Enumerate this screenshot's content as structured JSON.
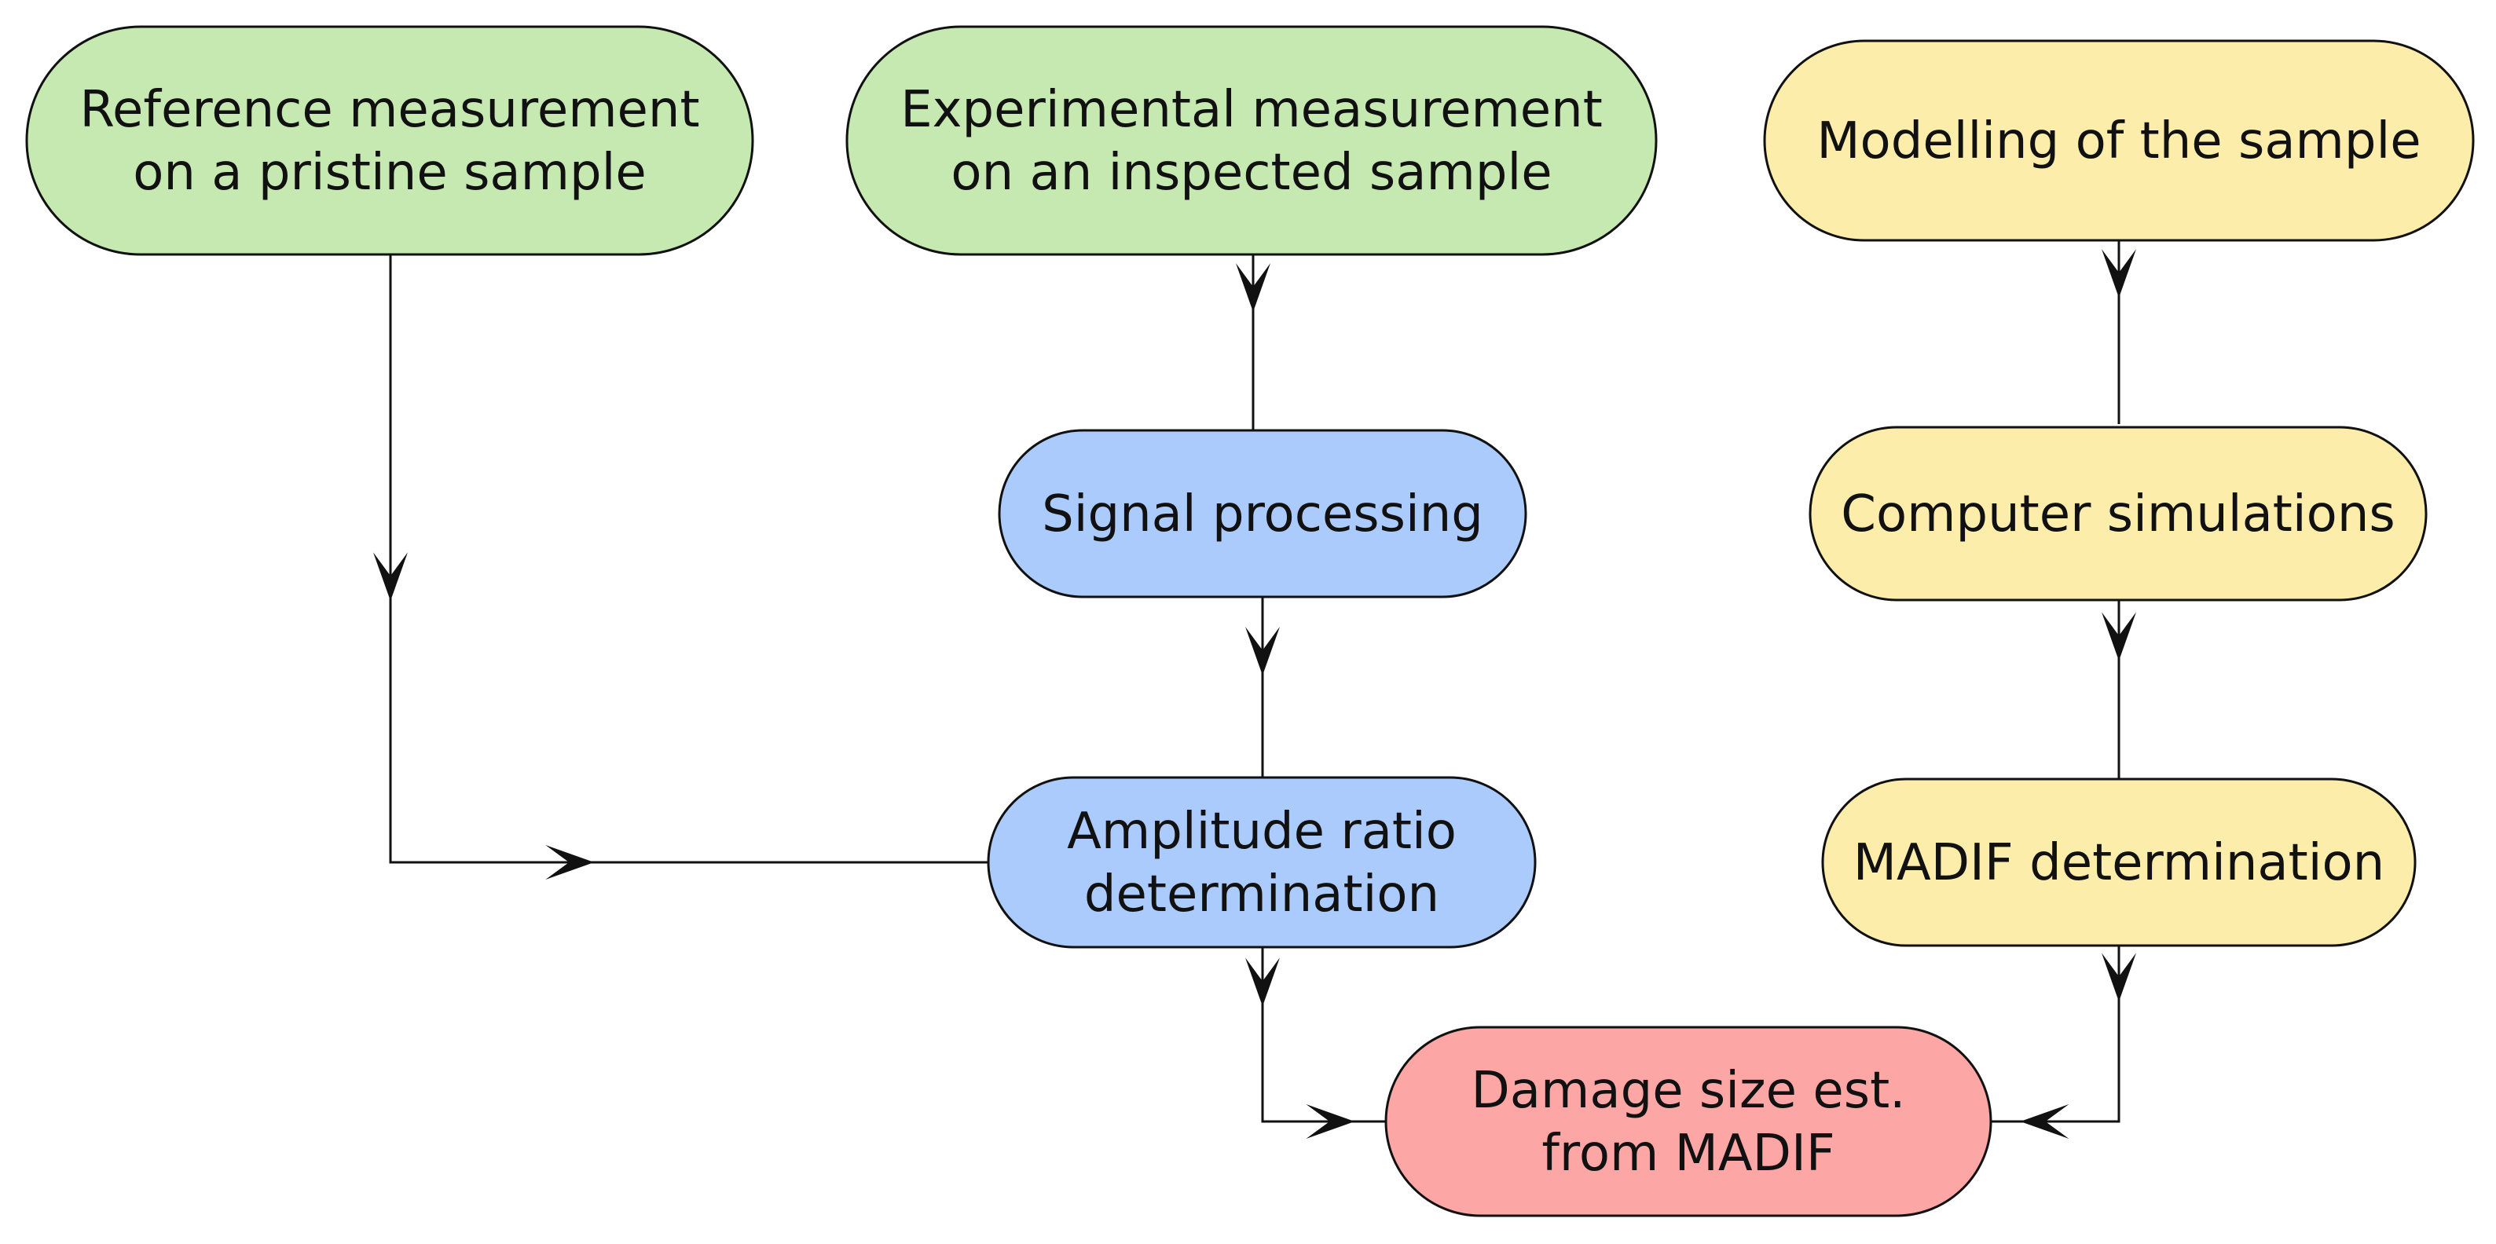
{
  "nodes": [
    {
      "id": "reference",
      "name": "node-reference-measurement",
      "lines": [
        "Reference measurement",
        "on a pristine sample"
      ],
      "color": "#c6e9b2"
    },
    {
      "id": "experimental",
      "name": "node-experimental-measurement",
      "lines": [
        "Experimental measurement",
        "on an inspected sample"
      ],
      "color": "#c6e9b2"
    },
    {
      "id": "modelling",
      "name": "node-modelling-of-sample",
      "lines": [
        "Modelling of the sample"
      ],
      "color": "#fcedaa"
    },
    {
      "id": "signal",
      "name": "node-signal-processing",
      "lines": [
        "Signal processing"
      ],
      "color": "#aacbfc"
    },
    {
      "id": "computer",
      "name": "node-computer-simulations",
      "lines": [
        "Computer simulations"
      ],
      "color": "#fcedaa"
    },
    {
      "id": "amplitude",
      "name": "node-amplitude-ratio",
      "lines": [
        "Amplitude ratio",
        "determination"
      ],
      "color": "#aacbfc"
    },
    {
      "id": "madif",
      "name": "node-madif-determination",
      "lines": [
        "MADIF determination"
      ],
      "color": "#fcedaa"
    },
    {
      "id": "damage",
      "name": "node-damage-size-estimation",
      "lines": [
        "Damage size est.",
        "from MADIF"
      ],
      "color": "#fca6a6"
    }
  ],
  "edges": [
    {
      "from": "reference",
      "to": "amplitude"
    },
    {
      "from": "experimental",
      "to": "signal"
    },
    {
      "from": "signal",
      "to": "amplitude"
    },
    {
      "from": "modelling",
      "to": "computer"
    },
    {
      "from": "computer",
      "to": "madif"
    },
    {
      "from": "amplitude",
      "to": "damage"
    },
    {
      "from": "madif",
      "to": "damage"
    }
  ]
}
